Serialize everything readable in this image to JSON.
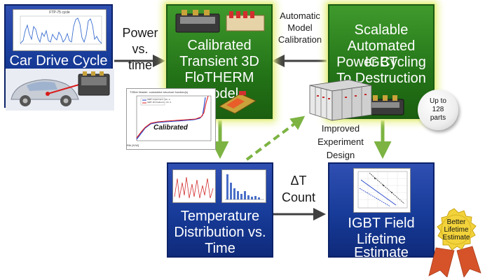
{
  "boxes": {
    "drive_cycle": "Car Drive Cycle",
    "flotherm": [
      "Calibrated",
      "Transient 3D",
      "FloTHERM Model"
    ],
    "igbt_cycling": [
      "Scalable",
      "Automated IGBT",
      "Power Cycling",
      "To Destruction"
    ],
    "temperature": [
      "Temperature",
      "Distribution vs.",
      "Time"
    ],
    "lifetime": [
      "IGBT Field",
      "Lifetime",
      "Estimate"
    ]
  },
  "labels": {
    "power_vs_time": [
      "Power",
      "vs.",
      "time"
    ],
    "auto_calibration": [
      "Automatic",
      "Model",
      "Calibration"
    ],
    "delta_t": [
      "ΔT",
      "Count"
    ],
    "improved_design": [
      "Improved",
      "Experiment",
      "Design"
    ],
    "parts_badge": [
      "Up to",
      "128",
      "parts"
    ],
    "ribbon": [
      "Better",
      "Lifetime",
      "Estimate"
    ]
  },
  "insets": {
    "drive_cycle_title": "FTP-75 cycle",
    "calibration_chart": {
      "title": "T3Ster Master: cumulative structure function(s)",
      "legend": [
        "IGBT experiment - Ch. 0",
        "IGBT 3D Flotherm - Ch. 0"
      ],
      "annotation": "Calibrated",
      "xlabel": "Rth [K/W]"
    }
  },
  "colors": {
    "blue_box": "#173b98",
    "green_box": "#247418",
    "arrow_dark": "#404040",
    "arrow_green": "#7cb342",
    "glow": "#e6f08a",
    "ribbon_red": "#d6532a",
    "ribbon_gold": "#f2d33b"
  }
}
